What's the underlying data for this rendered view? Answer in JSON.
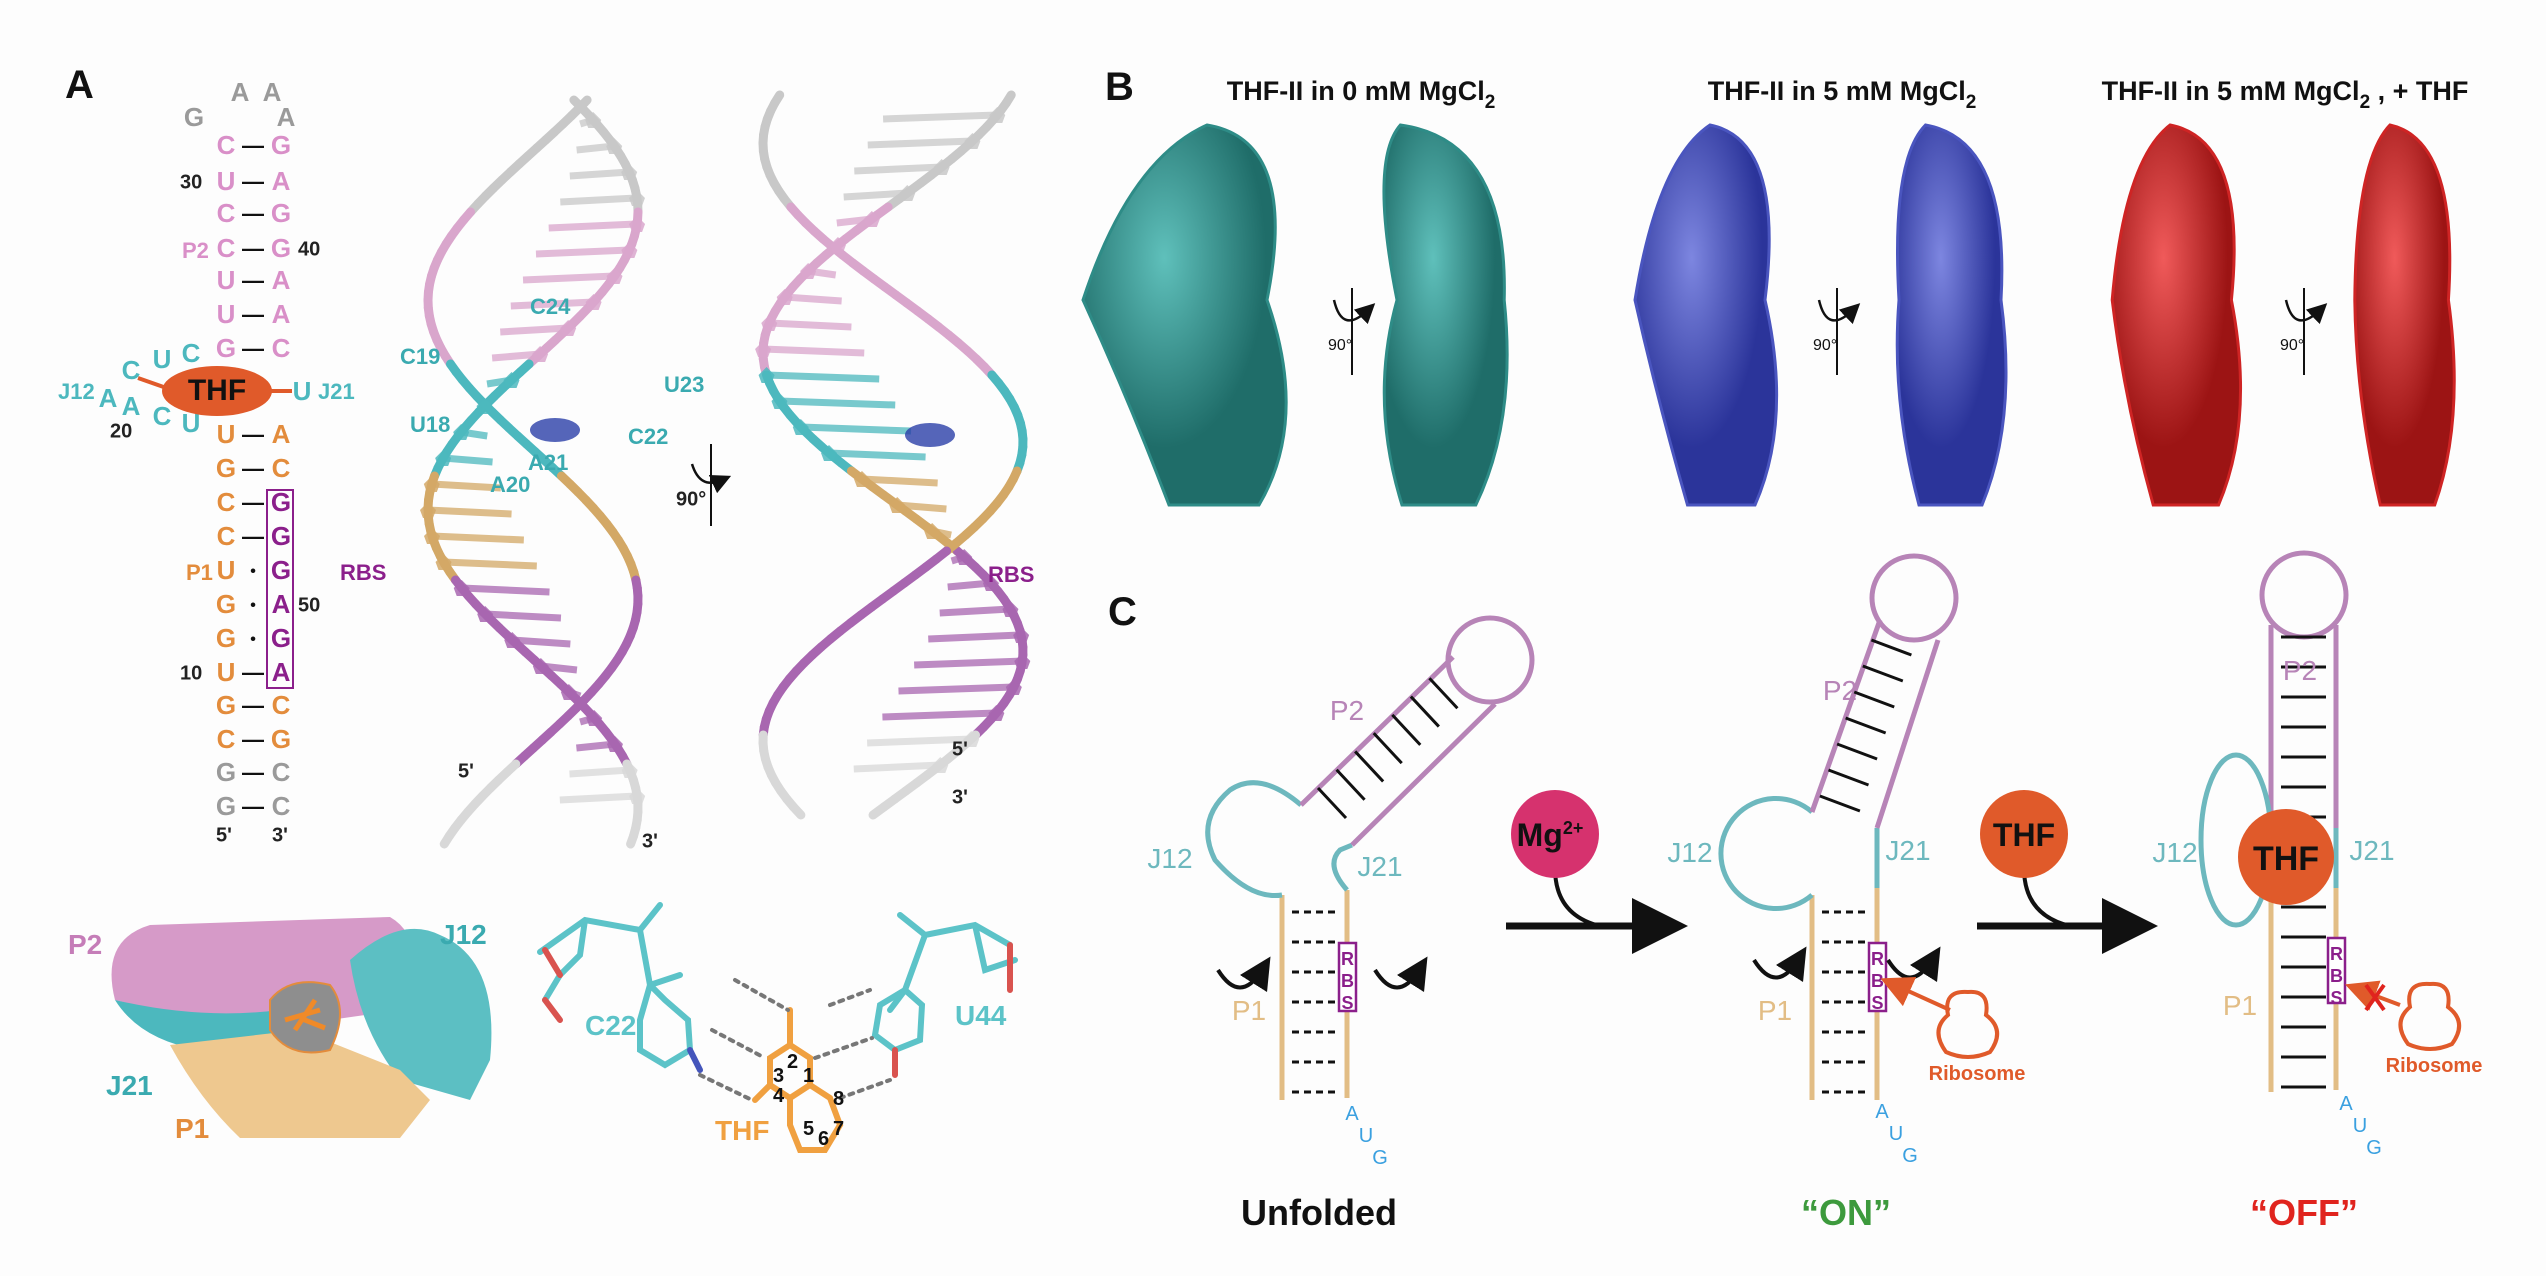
{
  "colors": {
    "P2": "#d98fc8",
    "loop": "#9a9a9a",
    "J": "#4cb8be",
    "P1": "#e38c3c",
    "RBS": "#8b1f8b",
    "end": "#9a9a9a",
    "THF": "#e05a2a",
    "Mg": "#d6326e",
    "ON": "#3d9a3d",
    "OFF": "#e0241e",
    "AUG": "#3aa0e0",
    "tan": "#e2bd85",
    "mauve": "#b784b7"
  },
  "panelA": {
    "label": "A",
    "loop": {
      "left": "G",
      "top1": "A",
      "top2": "A",
      "right": "A"
    },
    "pairs": [
      {
        "l": "C",
        "r": "G",
        "bond": "—",
        "lc": "P2",
        "rc": "P2"
      },
      {
        "l": "U",
        "r": "A",
        "bond": "—",
        "lc": "P2",
        "rc": "P2"
      },
      {
        "l": "C",
        "r": "G",
        "bond": "—",
        "lc": "P2",
        "rc": "P2"
      },
      {
        "l": "C",
        "r": "G",
        "bond": "—",
        "lc": "P2",
        "rc": "P2"
      },
      {
        "l": "U",
        "r": "A",
        "bond": "—",
        "lc": "P2",
        "rc": "P2"
      },
      {
        "l": "U",
        "r": "A",
        "bond": "—",
        "lc": "P2",
        "rc": "P2"
      },
      {
        "l": "G",
        "r": "C",
        "bond": "—",
        "lc": "P2",
        "rc": "P2"
      },
      {
        "l": "",
        "r": "",
        "bond": "",
        "lc": "P2",
        "rc": "P2"
      },
      {
        "l": "U",
        "r": "A",
        "bond": "—",
        "lc": "P1",
        "rc": "P1"
      },
      {
        "l": "G",
        "r": "C",
        "bond": "—",
        "lc": "P1",
        "rc": "P1"
      },
      {
        "l": "C",
        "r": "G",
        "bond": "—",
        "lc": "P1",
        "rc": "RBS"
      },
      {
        "l": "C",
        "r": "G",
        "bond": "—",
        "lc": "P1",
        "rc": "RBS"
      },
      {
        "l": "U",
        "r": "G",
        "bond": "•",
        "lc": "P1",
        "rc": "RBS"
      },
      {
        "l": "G",
        "r": "A",
        "bond": "•",
        "lc": "P1",
        "rc": "RBS"
      },
      {
        "l": "G",
        "r": "G",
        "bond": "•",
        "lc": "P1",
        "rc": "RBS"
      },
      {
        "l": "U",
        "r": "A",
        "bond": "—",
        "lc": "P1",
        "rc": "RBS"
      },
      {
        "l": "G",
        "r": "C",
        "bond": "—",
        "lc": "P1",
        "rc": "P1"
      },
      {
        "l": "C",
        "r": "G",
        "bond": "—",
        "lc": "P1",
        "rc": "P1"
      },
      {
        "l": "G",
        "r": "C",
        "bond": "—",
        "lc": "end",
        "rc": "end"
      },
      {
        "l": "G",
        "r": "C",
        "bond": "—",
        "lc": "end",
        "rc": "end"
      }
    ],
    "nums": {
      "n30": "30",
      "n40": "40",
      "n20": "20",
      "n50": "50",
      "n10": "10"
    },
    "region_labels": {
      "P2": "P2",
      "P1": "P1",
      "J12": "J12",
      "J21": "J21",
      "RBS": "RBS"
    },
    "j12": [
      "A",
      "C",
      "U",
      "C",
      "A",
      "C",
      "U"
    ],
    "j21": "U",
    "thf": "THF",
    "ends": {
      "five": "5'",
      "three": "3'"
    },
    "structure_labels": {
      "C24": "C24",
      "C19": "C19",
      "U23": "U23",
      "U18": "U18",
      "C22": "C22",
      "A21": "A21",
      "A20": "A20",
      "rot": "90°",
      "five": "5'",
      "three": "3'",
      "rbs": "RBS",
      "five_b": "5'",
      "three_b": "3'"
    },
    "surface_labels": {
      "P2": "P2",
      "J12": "J12",
      "J21": "J21",
      "P1": "P1"
    },
    "pocket_labels": {
      "C22": "C22",
      "U44": "U44",
      "THF": "THF",
      "atoms": [
        "3",
        "2",
        "1",
        "4",
        "8",
        "5",
        "6",
        "7"
      ]
    }
  },
  "panelB": {
    "label": "B",
    "rot": "90°",
    "titles": [
      {
        "main": "THF-II in 0 mM MgCl",
        "sub": "2",
        "tail": ""
      },
      {
        "main": "THF-II in 5 mM MgCl",
        "sub": "2",
        "tail": ""
      },
      {
        "main": "THF-II in 5 mM MgCl",
        "sub": "2",
        "tail": " , + THF"
      }
    ],
    "colors": [
      "#2e8c87",
      "#4a55bf",
      "#cf2424"
    ]
  },
  "panelC": {
    "label": "C",
    "P1": "P1",
    "P2": "P2",
    "J12": "J12",
    "J21": "J21",
    "rbs": [
      "R",
      "B",
      "S"
    ],
    "aug": [
      "A",
      "U",
      "G"
    ],
    "mg": "Mg",
    "mg_sup": "2+",
    "thf": "THF",
    "ribosome": "Ribosome",
    "states": {
      "unfolded": "Unfolded",
      "on": "“ON”",
      "off": "“OFF”"
    }
  }
}
